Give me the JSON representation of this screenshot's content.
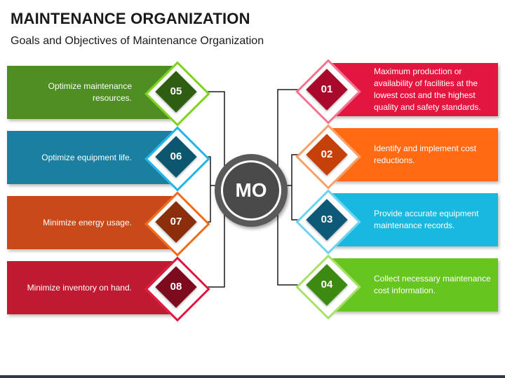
{
  "header": {
    "title": "MAINTENANCE ORGANIZATION",
    "subtitle": "Goals and Objectives of Maintenance Organization"
  },
  "center": {
    "label": "MO"
  },
  "items": [
    {
      "num": "01",
      "text": "Maximum production or availability of facilities at the lowest cost and the highest quality and safety standards.",
      "color": "#E3163F",
      "dark": "#A90A2C"
    },
    {
      "num": "02",
      "text": "Identify and implement cost reductions.",
      "color": "#FF6A13",
      "dark": "#C6400A"
    },
    {
      "num": "03",
      "text": "Provide accurate equipment maintenance records.",
      "color": "#19B8E0",
      "dark": "#0C5A78"
    },
    {
      "num": "04",
      "text": "Collect necessary maintenance cost information.",
      "color": "#66C51E",
      "dark": "#3D8A12"
    },
    {
      "num": "05",
      "text": "Optimize maintenance resources.",
      "color": "#4E8E22",
      "dark": "#2F5E12"
    },
    {
      "num": "06",
      "text": "Optimize equipment life.",
      "color": "#1A7FA0",
      "dark": "#0C5670"
    },
    {
      "num": "07",
      "text": "Minimize energy usage.",
      "color": "#C84A1A",
      "dark": "#8A2E0C"
    },
    {
      "num": "08",
      "text": "Minimize inventory on hand.",
      "color": "#C01A32",
      "dark": "#7E0A1E"
    }
  ]
}
